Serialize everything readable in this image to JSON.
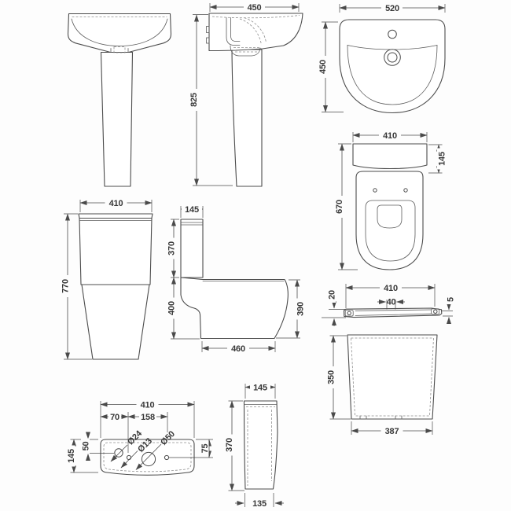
{
  "basin_side": {
    "width": "450",
    "height": "825"
  },
  "basin_top": {
    "width": "520",
    "depth": "450"
  },
  "toilet_top": {
    "width": "410",
    "cistern_depth": "145",
    "depth": "670"
  },
  "toilet_front": {
    "width": "410",
    "height": "770"
  },
  "toilet_side": {
    "cistern_depth": "145",
    "cistern_height": "370",
    "pan_height": "400",
    "rim_height": "390",
    "pan_depth": "460"
  },
  "seat": {
    "width": "410",
    "hinge_drop": "20",
    "hinge_centres": "40",
    "edge_thickness": "5"
  },
  "pan_rear": {
    "height": "350",
    "width": "387"
  },
  "cistern_plan": {
    "width": "410",
    "left_offset": "70",
    "hole_spacing": "158",
    "hole_small": "Ø24",
    "hole_mid": "Ø13",
    "hole_large": "Ø50",
    "depth": "145",
    "front_offset": "50",
    "side_offset": "75"
  },
  "cistern_side": {
    "top_depth": "145",
    "height": "370",
    "base_depth": "135"
  }
}
